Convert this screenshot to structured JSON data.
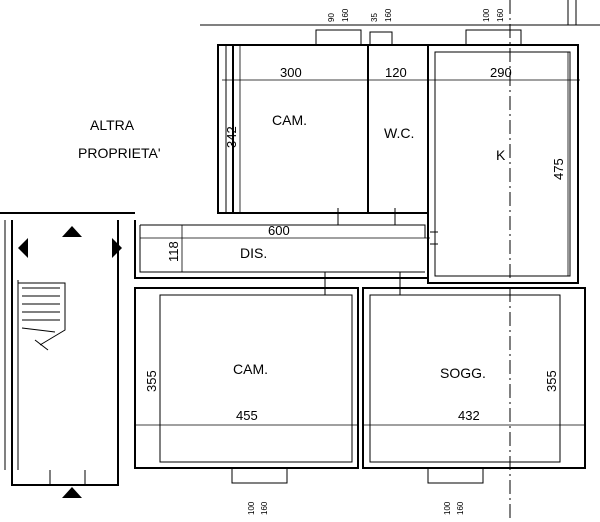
{
  "labels": {
    "altra_line1": "ALTRA",
    "altra_line2": "PROPRIETA'",
    "cam_top": "CAM.",
    "wc": "W.C.",
    "k": "K",
    "dis": "DIS.",
    "cam_bottom": "CAM.",
    "sogg": "SOGG."
  },
  "dimensions": {
    "cam_top_width": "300",
    "cam_top_height": "342",
    "wc_width": "120",
    "k_width": "290",
    "k_height": "475",
    "dis_width": "600",
    "dis_height": "118",
    "cam_bottom_height": "355",
    "cam_bottom_width": "455",
    "sogg_width": "432",
    "sogg_height": "355"
  },
  "windows": {
    "top_a_w": "90",
    "top_a_h": "160",
    "top_b_w": "35",
    "top_b_h": "160",
    "top_c_w": "100",
    "top_c_h": "160",
    "bottom_a_w": "100",
    "bottom_a_h": "160",
    "bottom_b_w": "100",
    "bottom_b_h": "160"
  }
}
